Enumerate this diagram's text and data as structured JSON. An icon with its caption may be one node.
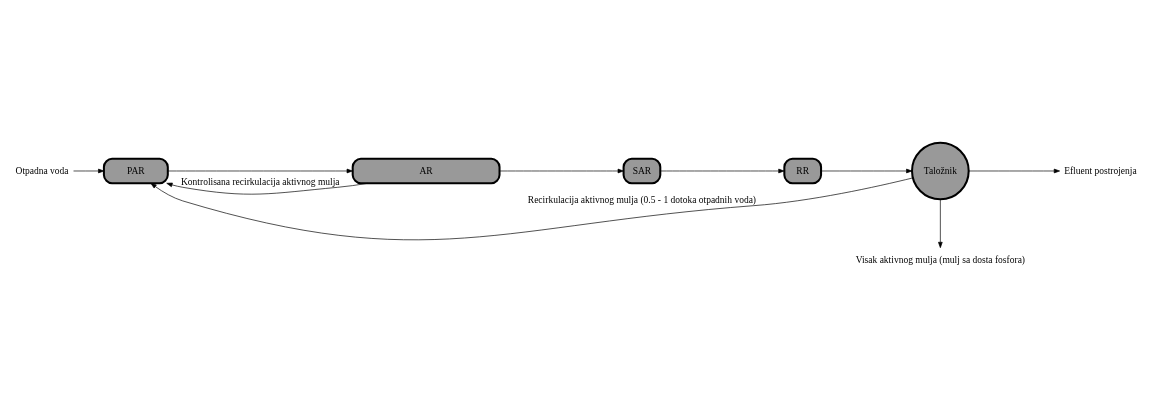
{
  "diagram": {
    "nodes": [
      {
        "text": [
          "Otpadna voda"
        ]
      },
      {
        "text": [
          "PAR"
        ]
      },
      {
        "text": [
          "AR"
        ]
      },
      {
        "text": [
          "SAR"
        ]
      },
      {
        "text": [
          "RR"
        ]
      },
      {
        "text": [
          "Taložnik"
        ]
      },
      {
        "text": [
          "Efluent postrojenja"
        ]
      },
      {
        "text": [
          "Visak aktivnog mulja (mulj sa dosta fosfora)"
        ]
      }
    ],
    "edges": [
      {
        "from": 0,
        "to": 1,
        "arrow": "to"
      },
      {
        "from": 1,
        "to": 2,
        "arrow": "to"
      },
      {
        "from": 2,
        "to": 3,
        "arrow": "to"
      },
      {
        "from": 3,
        "to": 4,
        "arrow": "to"
      },
      {
        "from": 4,
        "to": 5,
        "arrow": "to"
      },
      {
        "from": 5,
        "to": 6,
        "arrow": "to"
      },
      {
        "from": 2,
        "to": 1,
        "arrow": "to",
        "label": "Kontrolisana recirkulacija aktivnog mulja"
      },
      {
        "from": 5,
        "to": 1,
        "arrow": "to",
        "label": "Recirkulacija aktivnog mulja (0.5 - 1 dotoka otpadnih voda)"
      },
      {
        "from": 5,
        "to": 7,
        "arrow": "to"
      }
    ]
  }
}
